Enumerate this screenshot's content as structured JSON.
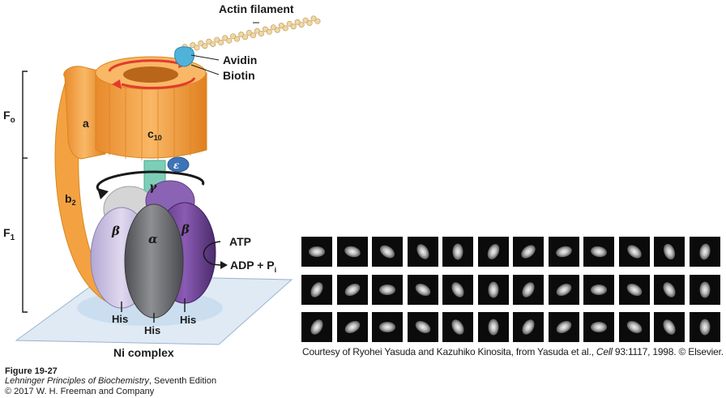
{
  "diagram": {
    "labels": {
      "actin": "Actin filament",
      "avidin": "Avidin",
      "biotin": "Biotin",
      "fo_main": "F",
      "fo_sub": "o",
      "f1_main": "F",
      "f1_sub": "1",
      "a": "a",
      "c_main": "c",
      "c_sub": "10",
      "epsilon": "ε",
      "gamma": "γ",
      "b_main": "b",
      "b_sub": "2",
      "beta_left": "β",
      "alpha": "α",
      "beta_right": "β",
      "atp": "ATP",
      "adp_main": "ADP + P",
      "adp_sub": "i",
      "his_left": "His",
      "his_center": "His",
      "his_right": "His",
      "ni": "Ni complex"
    },
    "colors": {
      "orange": "#f7a84a",
      "orange_dark": "#e07f1f",
      "teal": "#7ccfb6",
      "avidin": "#4fb3d9",
      "beta_light": "#c9bfe0",
      "beta_dark": "#6b3f91",
      "gamma": "#8a63b5",
      "alpha": "#6d6e71",
      "epsilon": "#3f73b8",
      "arrow_red": "#e23b2e",
      "plate": "#d9e8f4"
    }
  },
  "caption": {
    "figure": "Figure 19-27",
    "book_title": "Lehninger Principles of Biochemistry",
    "book_edition": ", Seventh Edition",
    "copyright": "© 2017 W. H. Freeman and Company"
  },
  "credit": {
    "before": "Courtesy of Ryohei Yasuda and Kazuhiko Kinosita, from Yasuda et al., ",
    "journal": "Cell",
    "after": " 93:1117, 1998. © Elsevier."
  },
  "frames": {
    "rows": 3,
    "cols": 12,
    "note_angles_deg": [
      0,
      15,
      35,
      60,
      90,
      115,
      140,
      165,
      190,
      220,
      250,
      280,
      300,
      330,
      0,
      30,
      60,
      90,
      120,
      150,
      180,
      210,
      240,
      270,
      300,
      330,
      0,
      30,
      60,
      90,
      120,
      150,
      180,
      210,
      240,
      270
    ]
  }
}
